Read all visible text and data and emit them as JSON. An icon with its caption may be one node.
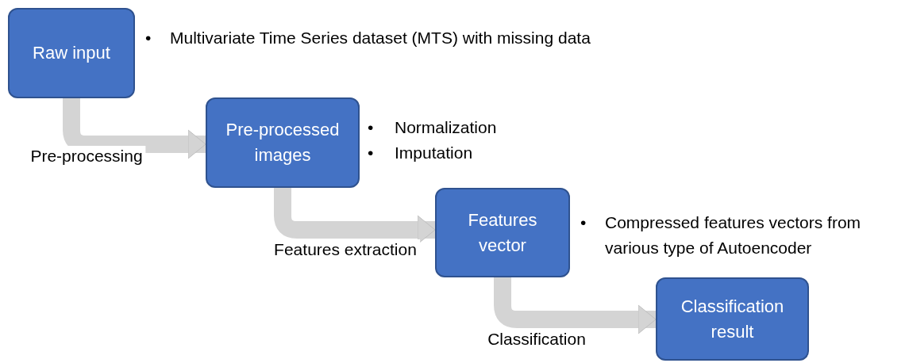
{
  "diagram": {
    "nodes": [
      {
        "text": [
          "Raw input"
        ]
      },
      {
        "text": [
          "Pre-processed images"
        ]
      },
      {
        "text": [
          "Features vector"
        ]
      },
      {
        "text": [
          "Classification result"
        ]
      }
    ],
    "edges": [
      {
        "from": 0,
        "to": 1,
        "arrow": "to",
        "label": "Pre-processing"
      },
      {
        "from": 1,
        "to": 2,
        "arrow": "to",
        "label": "Features extraction"
      },
      {
        "from": 2,
        "to": 3,
        "arrow": "to",
        "label": "Classification"
      }
    ],
    "labels": [
      "•",
      "Multivariate Time Series dataset (MTS) with missing data",
      "•",
      "Normalization",
      "•",
      "Imputation",
      "•",
      "Compressed features vectors from various type of Autoencoder"
    ]
  }
}
